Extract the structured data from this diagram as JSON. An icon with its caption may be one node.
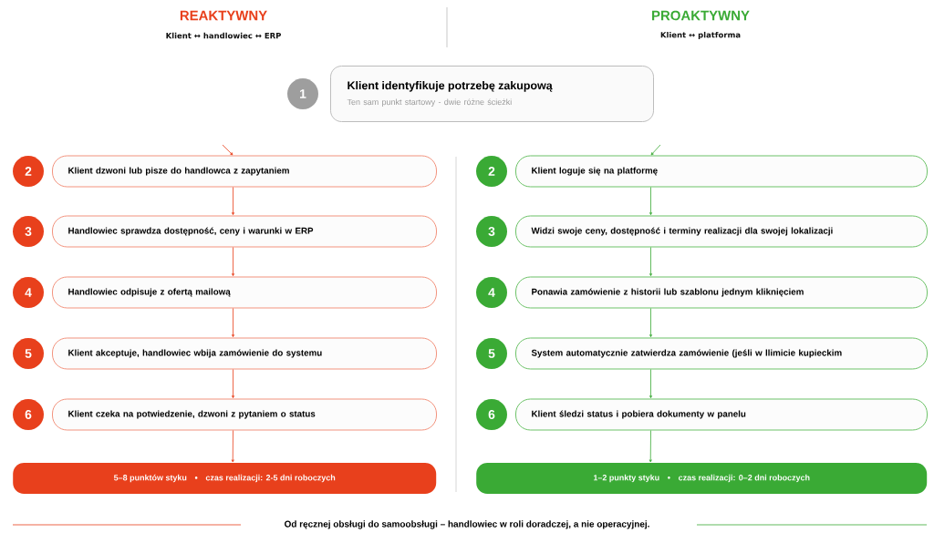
{
  "diagram": {
    "caption": "Od ręcznej obsługi do samoobsługi – handlowiec w roli doradczej, a nie operacyjnej.",
    "nodes": [
      {
        "text": [
          "1"
        ]
      },
      {
        "text": [
          "Klient identyfikuje potrzebę zakupową",
          "Ten sam punkt startowy - dwie różne ścieżki"
        ]
      },
      {
        "text": [
          "2"
        ]
      },
      {
        "text": [
          "Klient dzwoni lub pisze do handlowca z zapytaniem"
        ]
      },
      {
        "text": [
          "3"
        ]
      },
      {
        "text": [
          "Handlowiec sprawdza dostępność, ceny i warunki w ERP"
        ]
      },
      {
        "text": [
          "4"
        ]
      },
      {
        "text": [
          "Handlowiec odpisuje z ofertą mailową"
        ]
      },
      {
        "text": [
          "5"
        ]
      },
      {
        "text": [
          "Klient akceptuje, handlowiec wbija zamówienie do systemu"
        ]
      },
      {
        "text": [
          "6"
        ]
      },
      {
        "text": [
          "Klient czeka na potwiedzenie, dzwoni z pytaniem o status"
        ]
      },
      {
        "text": [
          "5–8 punktów styku",
          "czas realizacji: 2-5 dni roboczych"
        ]
      },
      {
        "text": [
          "2"
        ]
      },
      {
        "text": [
          "Klient loguje się na platformę"
        ]
      },
      {
        "text": [
          "3"
        ]
      },
      {
        "text": [
          "Widzi swoje ceny, dostępność i terminy realizacji dla swojej lokalizacji"
        ]
      },
      {
        "text": [
          "4"
        ]
      },
      {
        "text": [
          "Ponawia zamówienie z historii lub szablonu jednym kliknięciem"
        ]
      },
      {
        "text": [
          "5"
        ]
      },
      {
        "text": [
          "System automatycznie zatwierdza zamówienie (jeśli w llimicie kupieckim"
        ]
      },
      {
        "text": [
          "6"
        ]
      },
      {
        "text": [
          "Klient śledzi status i pobiera dokumenty w panelu"
        ]
      },
      {
        "text": [
          "1–2 punkty styku",
          "czas realizacji: 0–2 dni roboczych"
        ]
      }
    ],
    "edges": [
      {
        "from": null,
        "to": 3,
        "arrow": "to",
        "color": "#e8401c"
      },
      {
        "from": 3,
        "to": 5,
        "arrow": "to",
        "color": "#e8401c"
      },
      {
        "from": 5,
        "to": 7,
        "arrow": "to",
        "color": "#e8401c"
      },
      {
        "from": 7,
        "to": 9,
        "arrow": "to",
        "color": "#e8401c"
      },
      {
        "from": 9,
        "to": 11,
        "arrow": "to",
        "color": "#e8401c"
      },
      {
        "from": 11,
        "to": 12,
        "arrow": "to",
        "color": "#e8401c"
      },
      {
        "from": null,
        "to": 14,
        "arrow": "to",
        "color": "#3aaa35"
      },
      {
        "from": 14,
        "to": 16,
        "arrow": "to",
        "color": "#3aaa35"
      },
      {
        "from": 16,
        "to": 18,
        "arrow": "to",
        "color": "#3aaa35"
      },
      {
        "from": 18,
        "to": 20,
        "arrow": "to",
        "color": "#3aaa35"
      },
      {
        "from": 20,
        "to": 22,
        "arrow": "to",
        "color": "#3aaa35"
      },
      {
        "from": 22,
        "to": 23,
        "arrow": "to",
        "color": "#3aaa35"
      }
    ],
    "labels": [
      "REAKTYWNY",
      "Klient ↔ handlowiec ↔ ERP",
      "PROAKTYWNY",
      "Klient ↔ platforma"
    ]
  }
}
